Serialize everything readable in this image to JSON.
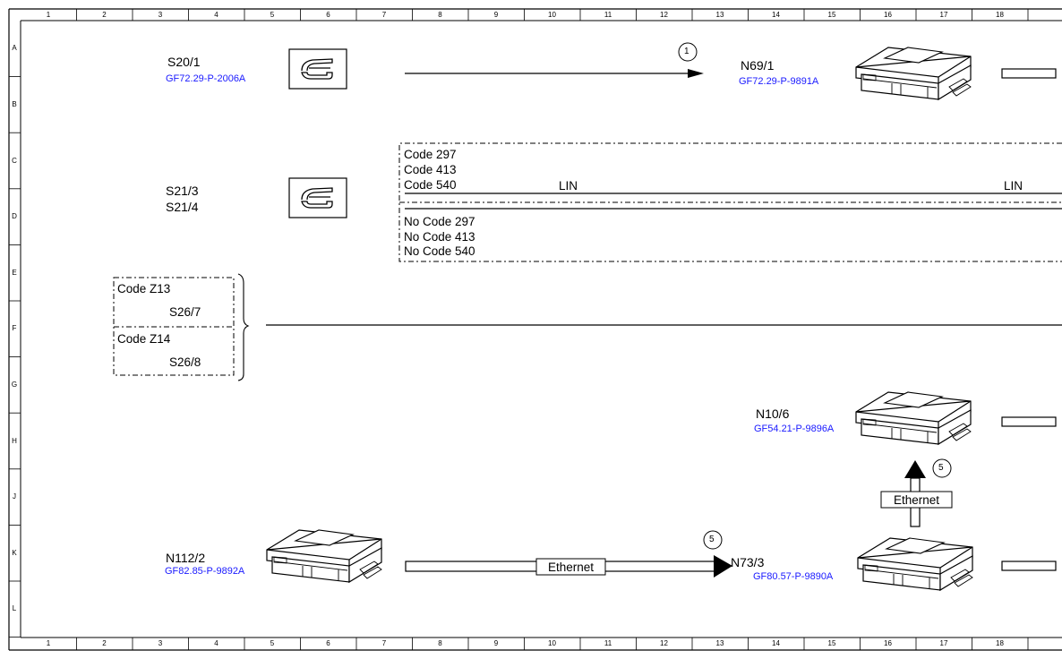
{
  "grid": {
    "columns": [
      "1",
      "2",
      "3",
      "4",
      "5",
      "6",
      "7",
      "8",
      "9",
      "10",
      "11",
      "12",
      "13",
      "14",
      "15",
      "16",
      "17",
      "18"
    ],
    "rows": [
      "A",
      "B",
      "C",
      "D",
      "E",
      "F",
      "G",
      "H",
      "J",
      "K",
      "L"
    ]
  },
  "components": {
    "s20_1": {
      "label": "S20/1",
      "ref": "GF72.29-P-2006A"
    },
    "s21": {
      "label1": "S21/3",
      "label2": "S21/4"
    },
    "n69_1": {
      "label": "N69/1",
      "ref": "GF72.29-P-9891A"
    },
    "n10_6": {
      "label": "N10/6",
      "ref": "GF54.21-P-9896A"
    },
    "n112_2": {
      "label": "N112/2",
      "ref": "GF82.85-P-9892A"
    },
    "n73_3": {
      "label": "N73/3",
      "ref": "GF80.57-P-9890A"
    },
    "s26_7": {
      "code": "Code Z13",
      "label": "S26/7"
    },
    "s26_8": {
      "code": "Code Z14",
      "label": "S26/8"
    }
  },
  "code_box": {
    "with_codes": [
      "Code 297",
      "Code 413",
      "Code 540"
    ],
    "without_codes": [
      "No Code 297",
      "No Code 413",
      "No Code 540"
    ],
    "bus_left": "LIN",
    "bus_right": "LIN"
  },
  "connections": {
    "marker_1": "1",
    "marker_5a": "5",
    "marker_5b": "5",
    "ethernet_h": "Ethernet",
    "ethernet_v": "Ethernet"
  }
}
